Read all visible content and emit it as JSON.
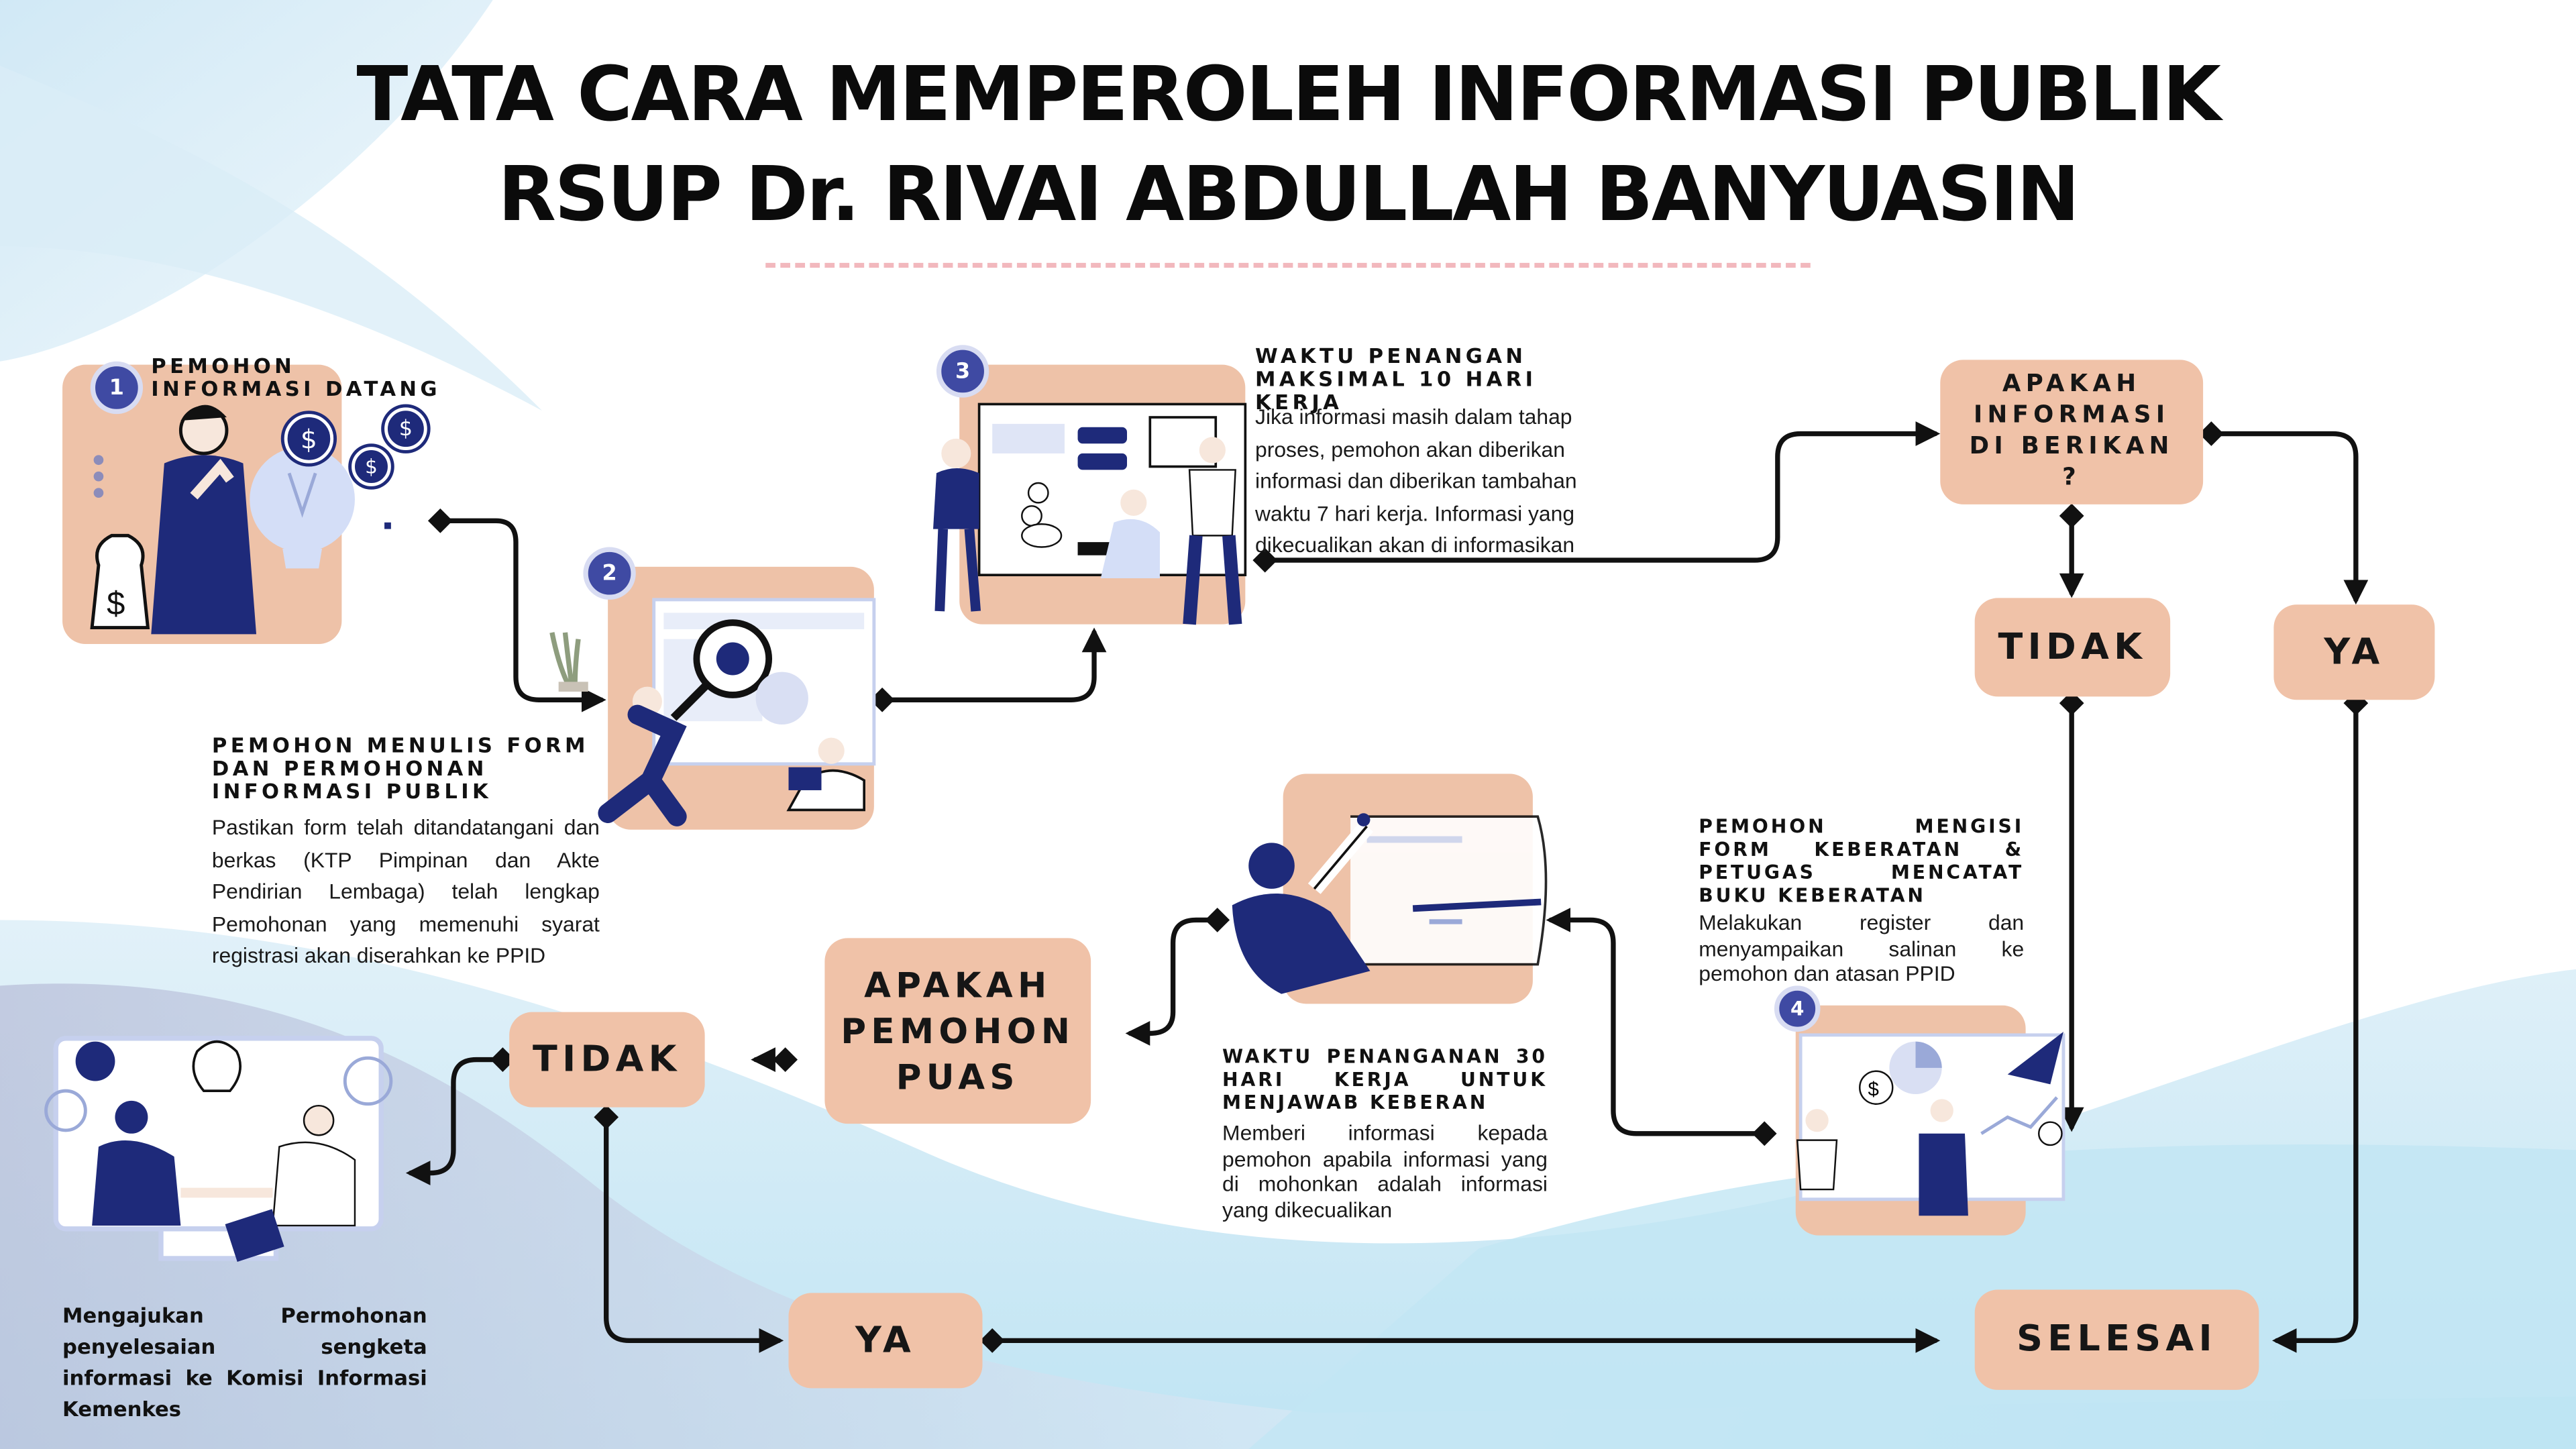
{
  "title": {
    "line1": "TATA CARA MEMPEROLEH INFORMASI PUBLIK",
    "line2": "RSUP Dr. RIVAI ABDULLAH BANYUASIN"
  },
  "steps": [
    {
      "number": "1",
      "heading": "PEMOHON INFORMASI DATANG"
    },
    {
      "number": "2",
      "heading": "PEMOHON MENULIS FORM DAN PERMOHONAN INFORMASI PUBLIK",
      "body": "Pastikan form telah ditandatangani dan berkas (KTP Pimpinan dan Akte Pendirian Lembaga) telah lengkap Pemohonan yang memenuhi syarat registrasi akan diserahkan ke PPID"
    },
    {
      "number": "3",
      "heading": "WAKTU PENANGAN MAKSIMAL 10 HARI KERJA",
      "body": "Jika informasi masih dalam  tahap proses, pemohon akan diberikan informasi dan diberikan tambahan waktu 7 hari kerja. Informasi yang dikecualikan akan di informasikan"
    },
    {
      "number": "4",
      "heading": "PEMOHON MENGISI FORM KEBERATAN & PETUGAS MENCATAT BUKU KEBERATAN",
      "body": "Melakukan register dan menyampaikan salinan ke pemohon dan atasan PPID"
    },
    {
      "heading": "WAKTU PENANGANAN 30 HARI KERJA UNTUK MENJAWAB KEBERAN",
      "body": "Memberi informasi kepada pemohon apabila informasi yang di mohonkan adalah informasi yang dikecualikan"
    },
    {
      "heading": "Mengajukan Permohonan penyelesaian sengketa informasi ke Komisi Informasi Kemenkes"
    }
  ],
  "decisions": {
    "diberikan": "APAKAH INFORMASI DI BERIKAN ?",
    "puas": "APAKAH PEMOHON PUAS"
  },
  "pills": {
    "tidak_right": "TIDAK",
    "ya_right": "YA",
    "tidak_left": "TIDAK",
    "ya_bottom": "YA",
    "selesai": "SELESAI"
  },
  "colors": {
    "accent_peach": "#f0c2a8",
    "accent_navy": "#1e2a7a",
    "badge": "#3f4aa3",
    "divider": "#f2b8bd"
  },
  "icons": [
    "dollar-icon",
    "money-bag-icon",
    "lightbulb-icon",
    "magnifier-gear-icon",
    "plant-icon",
    "laptop-icon",
    "clipboard-icon",
    "handshake-icon",
    "rocket-icon",
    "chart-icon",
    "gear-icon"
  ]
}
